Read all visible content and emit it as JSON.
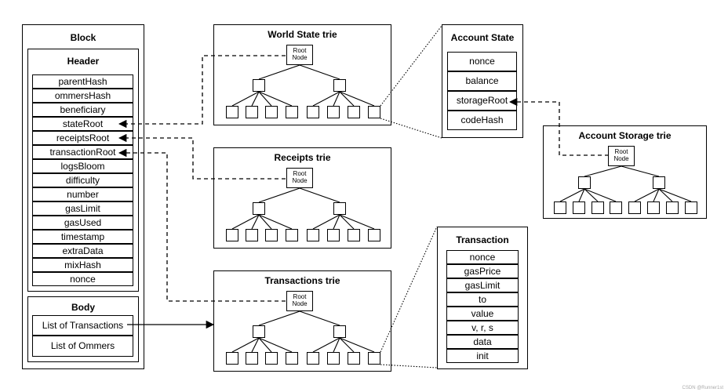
{
  "block": {
    "title": "Block",
    "header_title": "Header",
    "header_fields": [
      "parentHash",
      "ommersHash",
      "beneficiary",
      "stateRoot",
      "receiptsRoot",
      "transactionRoot",
      "logsBloom",
      "difficulty",
      "number",
      "gasLimit",
      "gasUsed",
      "timestamp",
      "extraData",
      "mixHash",
      "nonce"
    ],
    "body_title": "Body",
    "body_fields": [
      "List of Transactions",
      "List of Ommers"
    ]
  },
  "tries": {
    "world_state": "World State trie",
    "receipts": "Receipts trie",
    "transactions": "Transactions trie",
    "account_storage": "Account Storage trie",
    "root_node": "Root Node"
  },
  "account_state": {
    "title": "Account State",
    "fields": [
      "nonce",
      "balance",
      "storageRoot",
      "codeHash"
    ]
  },
  "transaction": {
    "title": "Transaction",
    "fields": [
      "nonce",
      "gasPrice",
      "gasLimit",
      "to",
      "value",
      "v, r, s",
      "data",
      "init"
    ]
  },
  "watermark": "CSDN @Runner1st"
}
